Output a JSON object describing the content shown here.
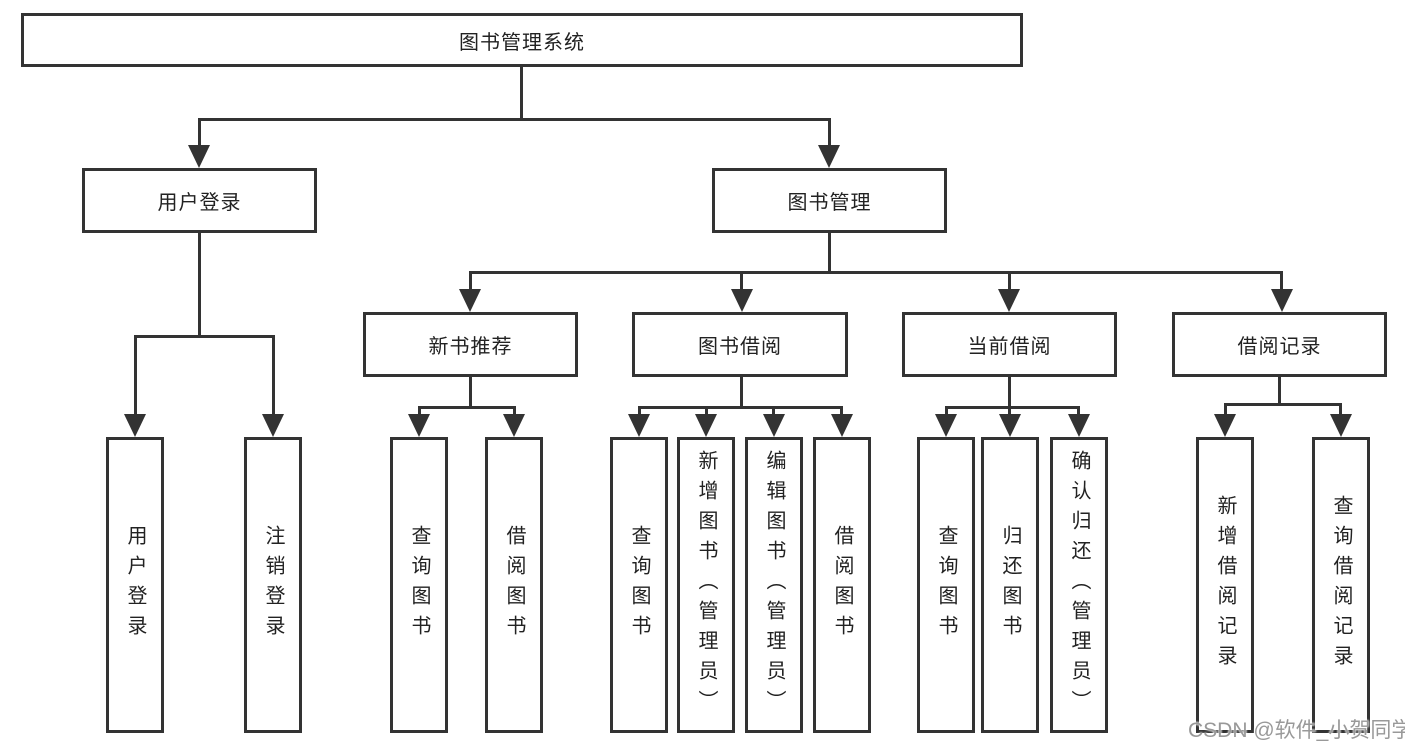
{
  "tree": {
    "root": {
      "label": "图书管理系统"
    },
    "branches": [
      {
        "label": "用户登录",
        "children": [
          {
            "label": "用户登录"
          },
          {
            "label": "注销登录"
          }
        ]
      },
      {
        "label": "图书管理",
        "children": [
          {
            "label": "新书推荐",
            "children": [
              {
                "label": "查询图书"
              },
              {
                "label": "借阅图书"
              }
            ]
          },
          {
            "label": "图书借阅",
            "children": [
              {
                "label": "查询图书"
              },
              {
                "label": "新增图书（管理员）"
              },
              {
                "label": "编辑图书（管理员）"
              },
              {
                "label": "借阅图书"
              }
            ]
          },
          {
            "label": "当前借阅",
            "children": [
              {
                "label": "查询图书"
              },
              {
                "label": "归还图书"
              },
              {
                "label": "确认归还（管理员）"
              }
            ]
          },
          {
            "label": "借阅记录",
            "children": [
              {
                "label": "新增借阅记录"
              },
              {
                "label": "查询借阅记录"
              }
            ]
          }
        ]
      }
    ]
  },
  "watermark": {
    "text": "CSDN @软件_小贺同学"
  },
  "colors": {
    "line": "#333333",
    "box_border": "#333333",
    "text": "#222222",
    "watermark": "#999999",
    "background": "#ffffff"
  }
}
